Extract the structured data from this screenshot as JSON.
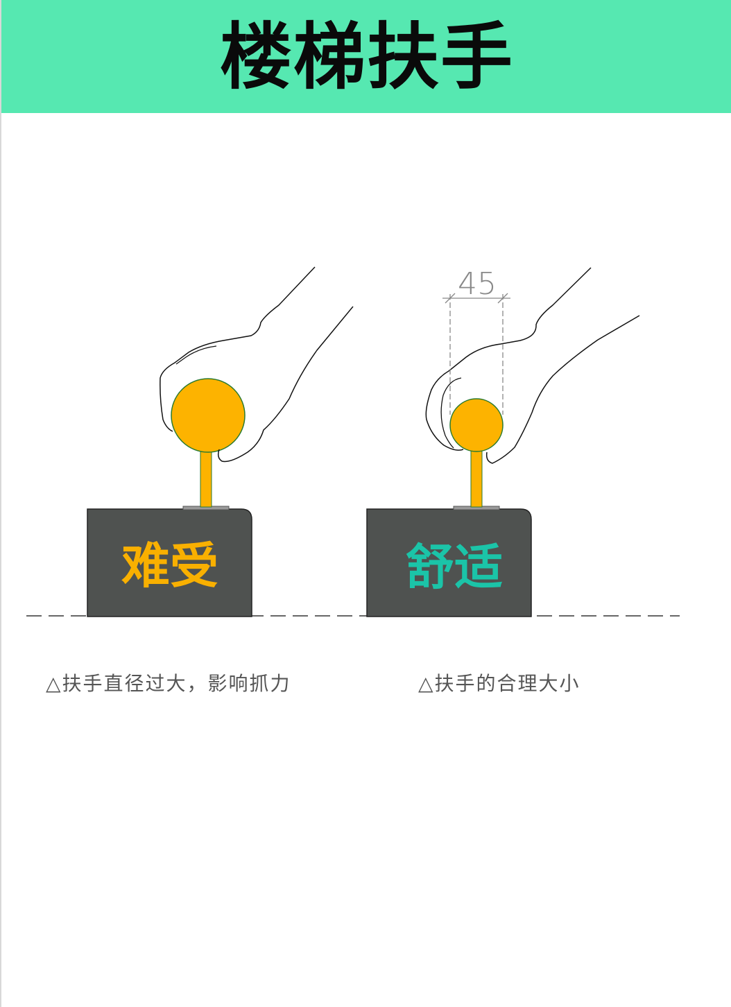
{
  "header": {
    "title": "楼梯扶手"
  },
  "left_figure": {
    "label": "难受",
    "label_color": "#F9B000",
    "caption": "△扶手直径过大，影响抓力"
  },
  "right_figure": {
    "label": "舒适",
    "label_color": "#1BC4A8",
    "dimension": "45",
    "caption": "△扶手的合理大小"
  },
  "colors": {
    "header_bg": "#56E8B1",
    "handrail": "#FDB300",
    "base": "#4F5250"
  }
}
